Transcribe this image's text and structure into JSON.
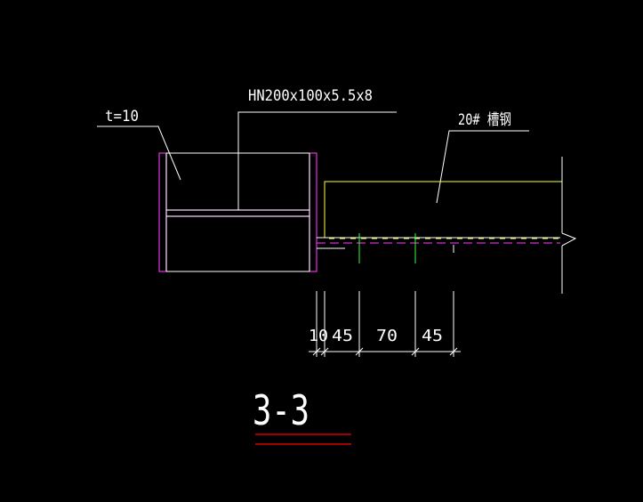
{
  "labels": {
    "plate": "t=10",
    "beam": "HN200x100x5.5x8",
    "channel": "20# 槽钢",
    "section_title": "3-3"
  },
  "dimensions": [
    {
      "value": "10"
    },
    {
      "value": "45"
    },
    {
      "value": "70"
    },
    {
      "value": "45"
    }
  ],
  "colors": {
    "background": "#000000",
    "plate": "#d030d0",
    "line": "#ffffff",
    "yellow": "#ffff33",
    "green": "#33ff33",
    "red": "#ff0000"
  }
}
